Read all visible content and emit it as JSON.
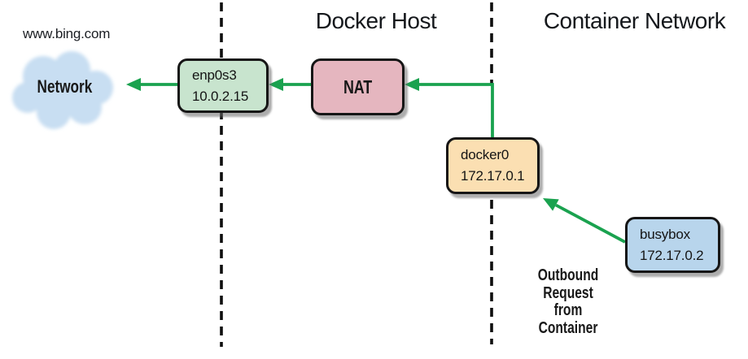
{
  "titles": {
    "docker_host": "Docker Host",
    "container_network": "Container Network"
  },
  "external": {
    "url_label": "www.bing.com",
    "cloud_label": "Network"
  },
  "nodes": {
    "enp0s3": {
      "name": "enp0s3",
      "ip": "10.0.2.15",
      "fill": "#c8e4ce"
    },
    "nat": {
      "name": "NAT",
      "fill": "#e5b6bf"
    },
    "docker0": {
      "name": "docker0",
      "ip": "172.17.0.1",
      "fill": "#fbdfb2"
    },
    "busybox": {
      "name": "busybox",
      "ip": "172.17.0.2",
      "fill": "#b8d5ec"
    }
  },
  "annotation": {
    "line1": "Outbound",
    "line2": "Request",
    "line3": "from Container"
  },
  "colors": {
    "arrow_green": "#1aa24f",
    "dashed_line": "#0e0e0e",
    "box_border": "#161616",
    "cloud_fill": "#c8def2"
  }
}
